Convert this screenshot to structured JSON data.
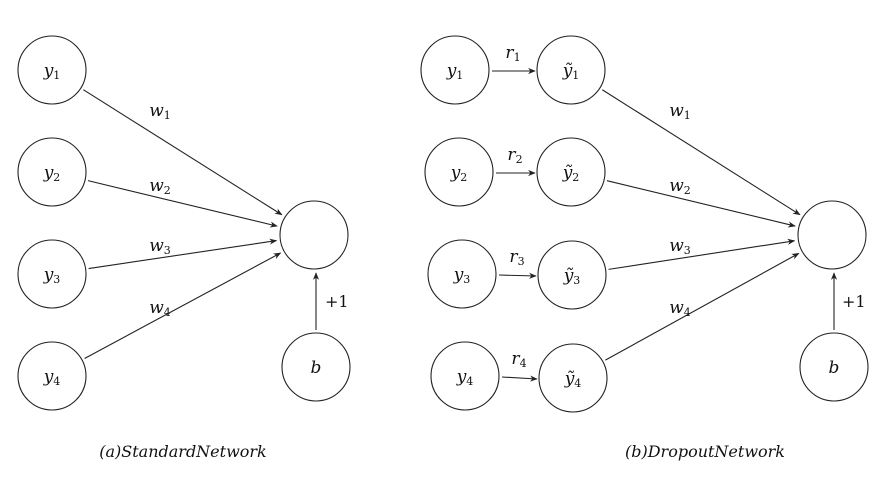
{
  "figure": {
    "panels": [
      {
        "id": "a",
        "caption": "(a)StandardNetwork",
        "inputs": [
          {
            "label": "y",
            "sub": "1"
          },
          {
            "label": "y",
            "sub": "2"
          },
          {
            "label": "y",
            "sub": "3"
          },
          {
            "label": "y",
            "sub": "4"
          }
        ],
        "weights": [
          {
            "label": "w",
            "sub": "1"
          },
          {
            "label": "w",
            "sub": "2"
          },
          {
            "label": "w",
            "sub": "3"
          },
          {
            "label": "w",
            "sub": "4"
          }
        ],
        "output_label": "",
        "bias": {
          "label": "b",
          "edge_label": "+1"
        }
      },
      {
        "id": "b",
        "caption": "(b)DropoutNetwork",
        "inputs": [
          {
            "label": "y",
            "sub": "1"
          },
          {
            "label": "y",
            "sub": "2"
          },
          {
            "label": "y",
            "sub": "3"
          },
          {
            "label": "y",
            "sub": "4"
          }
        ],
        "masks": [
          {
            "label": "r",
            "sub": "1"
          },
          {
            "label": "r",
            "sub": "2"
          },
          {
            "label": "r",
            "sub": "3"
          },
          {
            "label": "r",
            "sub": "4"
          }
        ],
        "thinned": [
          {
            "label": "ỹ",
            "sub": "1"
          },
          {
            "label": "ỹ",
            "sub": "2"
          },
          {
            "label": "ỹ",
            "sub": "3"
          },
          {
            "label": "ỹ",
            "sub": "4"
          }
        ],
        "weights": [
          {
            "label": "w",
            "sub": "1"
          },
          {
            "label": "w",
            "sub": "2"
          },
          {
            "label": "w",
            "sub": "3"
          },
          {
            "label": "w",
            "sub": "4"
          }
        ],
        "output_label": "",
        "bias": {
          "label": "b",
          "edge_label": "+1"
        }
      }
    ]
  }
}
